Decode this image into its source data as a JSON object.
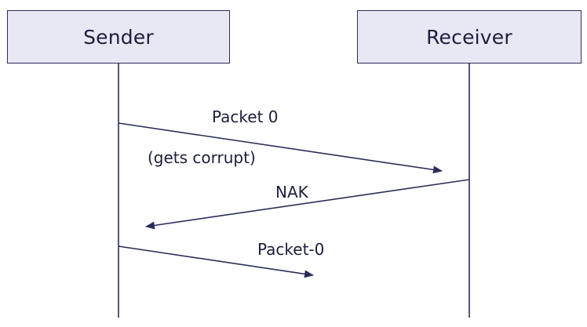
{
  "participants": {
    "sender": "Sender",
    "receiver": "Receiver"
  },
  "messages": {
    "packet_0": "Packet 0",
    "corrupt_note": "(gets corrupt)",
    "nak": "NAK",
    "packet_0_resend": "Packet-0"
  },
  "colors": {
    "line": "#2b2d5a",
    "box_fill": "#e8e8f5",
    "text": "#1c1e3c"
  }
}
